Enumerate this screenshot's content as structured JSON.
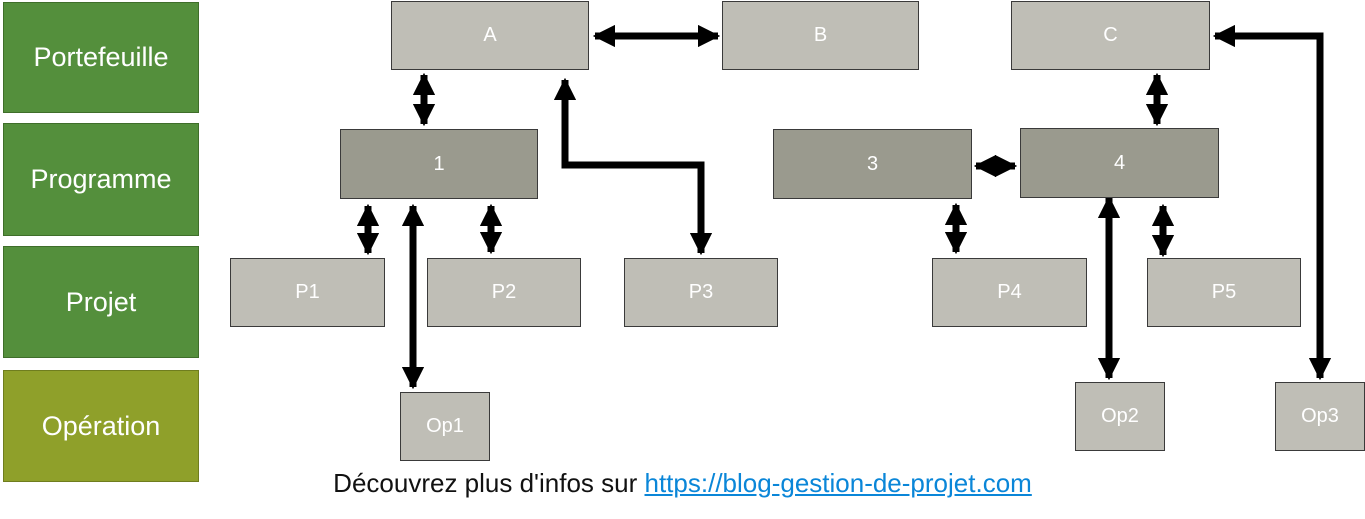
{
  "levels": [
    {
      "key": "portefeuille",
      "label": "Portefeuille",
      "color": "#548f3c"
    },
    {
      "key": "programme",
      "label": "Programme",
      "color": "#548f3c"
    },
    {
      "key": "projet",
      "label": "Projet",
      "color": "#548f3c"
    },
    {
      "key": "operation",
      "label": "Opération",
      "color": "#8fa02a"
    }
  ],
  "nodes": {
    "A": "A",
    "B": "B",
    "C": "C",
    "n1": "1",
    "n3": "3",
    "n4": "4",
    "P1": "P1",
    "P2": "P2",
    "P3": "P3",
    "P4": "P4",
    "P5": "P5",
    "Op1": "Op1",
    "Op2": "Op2",
    "Op3": "Op3"
  },
  "footer": {
    "text": "Découvrez plus d'infos sur ",
    "link_text": "https://blog-gestion-de-projet.com"
  }
}
